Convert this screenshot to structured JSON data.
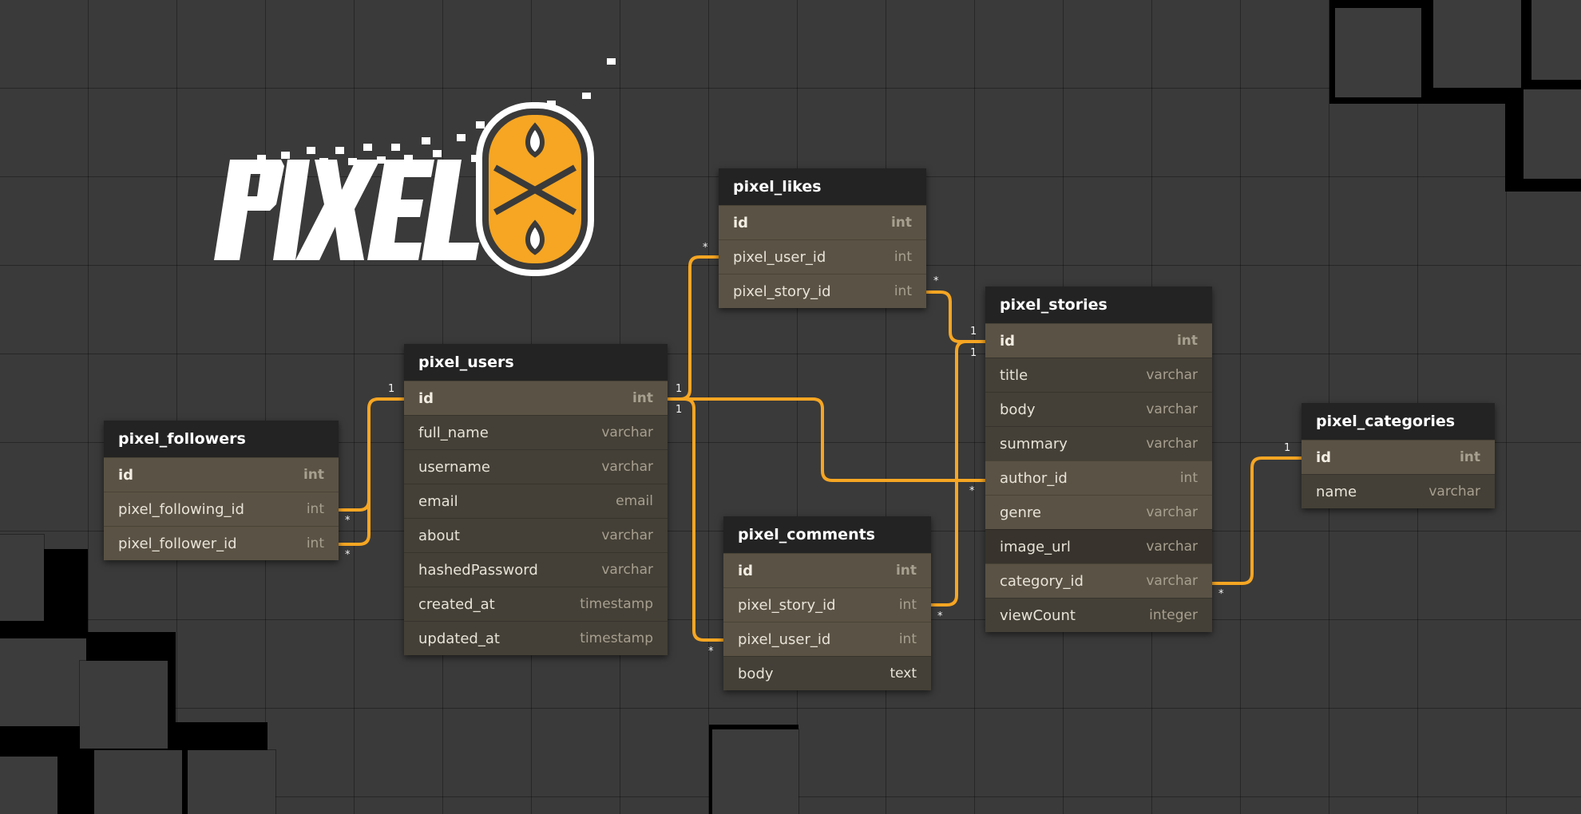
{
  "accent_color": "#F6A623",
  "logo": {
    "text": "PIXEL8"
  },
  "tables": {
    "pixel_likes": {
      "name": "pixel_likes",
      "columns": [
        {
          "name": "id",
          "type": "int"
        },
        {
          "name": "pixel_user_id",
          "type": "int"
        },
        {
          "name": "pixel_story_id",
          "type": "int"
        }
      ]
    },
    "pixel_stories": {
      "name": "pixel_stories",
      "columns": [
        {
          "name": "id",
          "type": "int"
        },
        {
          "name": "title",
          "type": "varchar"
        },
        {
          "name": "body",
          "type": "varchar"
        },
        {
          "name": "summary",
          "type": "varchar"
        },
        {
          "name": "author_id",
          "type": "int"
        },
        {
          "name": "genre",
          "type": "varchar"
        },
        {
          "name": "image_url",
          "type": "varchar"
        },
        {
          "name": "category_id",
          "type": "varchar"
        },
        {
          "name": "viewCount",
          "type": "integer"
        }
      ]
    },
    "pixel_users": {
      "name": "pixel_users",
      "columns": [
        {
          "name": "id",
          "type": "int"
        },
        {
          "name": "full_name",
          "type": "varchar"
        },
        {
          "name": "username",
          "type": "varchar"
        },
        {
          "name": "email",
          "type": "email"
        },
        {
          "name": "about",
          "type": "varchar"
        },
        {
          "name": "hashedPassword",
          "type": "varchar"
        },
        {
          "name": "created_at",
          "type": "timestamp"
        },
        {
          "name": "updated_at",
          "type": "timestamp"
        }
      ]
    },
    "pixel_followers": {
      "name": "pixel_followers",
      "columns": [
        {
          "name": "id",
          "type": "int"
        },
        {
          "name": "pixel_following_id",
          "type": "int"
        },
        {
          "name": "pixel_follower_id",
          "type": "int"
        }
      ]
    },
    "pixel_comments": {
      "name": "pixel_comments",
      "columns": [
        {
          "name": "id",
          "type": "int"
        },
        {
          "name": "pixel_story_id",
          "type": "int"
        },
        {
          "name": "pixel_user_id",
          "type": "int"
        },
        {
          "name": "body",
          "type": "text"
        }
      ]
    },
    "pixel_categories": {
      "name": "pixel_categories",
      "columns": [
        {
          "name": "id",
          "type": "int"
        },
        {
          "name": "name",
          "type": "varchar"
        }
      ]
    }
  },
  "relationships": [
    {
      "from": "pixel_likes.pixel_user_id",
      "to": "pixel_users.id",
      "from_card": "*",
      "to_card": "1"
    },
    {
      "from": "pixel_likes.pixel_story_id",
      "to": "pixel_stories.id",
      "from_card": "*",
      "to_card": "1"
    },
    {
      "from": "pixel_followers.pixel_following_id",
      "to": "pixel_users.id",
      "from_card": "*",
      "to_card": "1"
    },
    {
      "from": "pixel_followers.pixel_follower_id",
      "to": "pixel_users.id",
      "from_card": "*",
      "to_card": "1"
    },
    {
      "from": "pixel_comments.pixel_user_id",
      "to": "pixel_users.id",
      "from_card": "*",
      "to_card": "1"
    },
    {
      "from": "pixel_comments.pixel_story_id",
      "to": "pixel_stories.id",
      "from_card": "*",
      "to_card": "1"
    },
    {
      "from": "pixel_stories.author_id",
      "to": "pixel_users.id",
      "from_card": "*",
      "to_card": "1"
    },
    {
      "from": "pixel_stories.category_id",
      "to": "pixel_categories.id",
      "from_card": "*",
      "to_card": "1"
    }
  ]
}
